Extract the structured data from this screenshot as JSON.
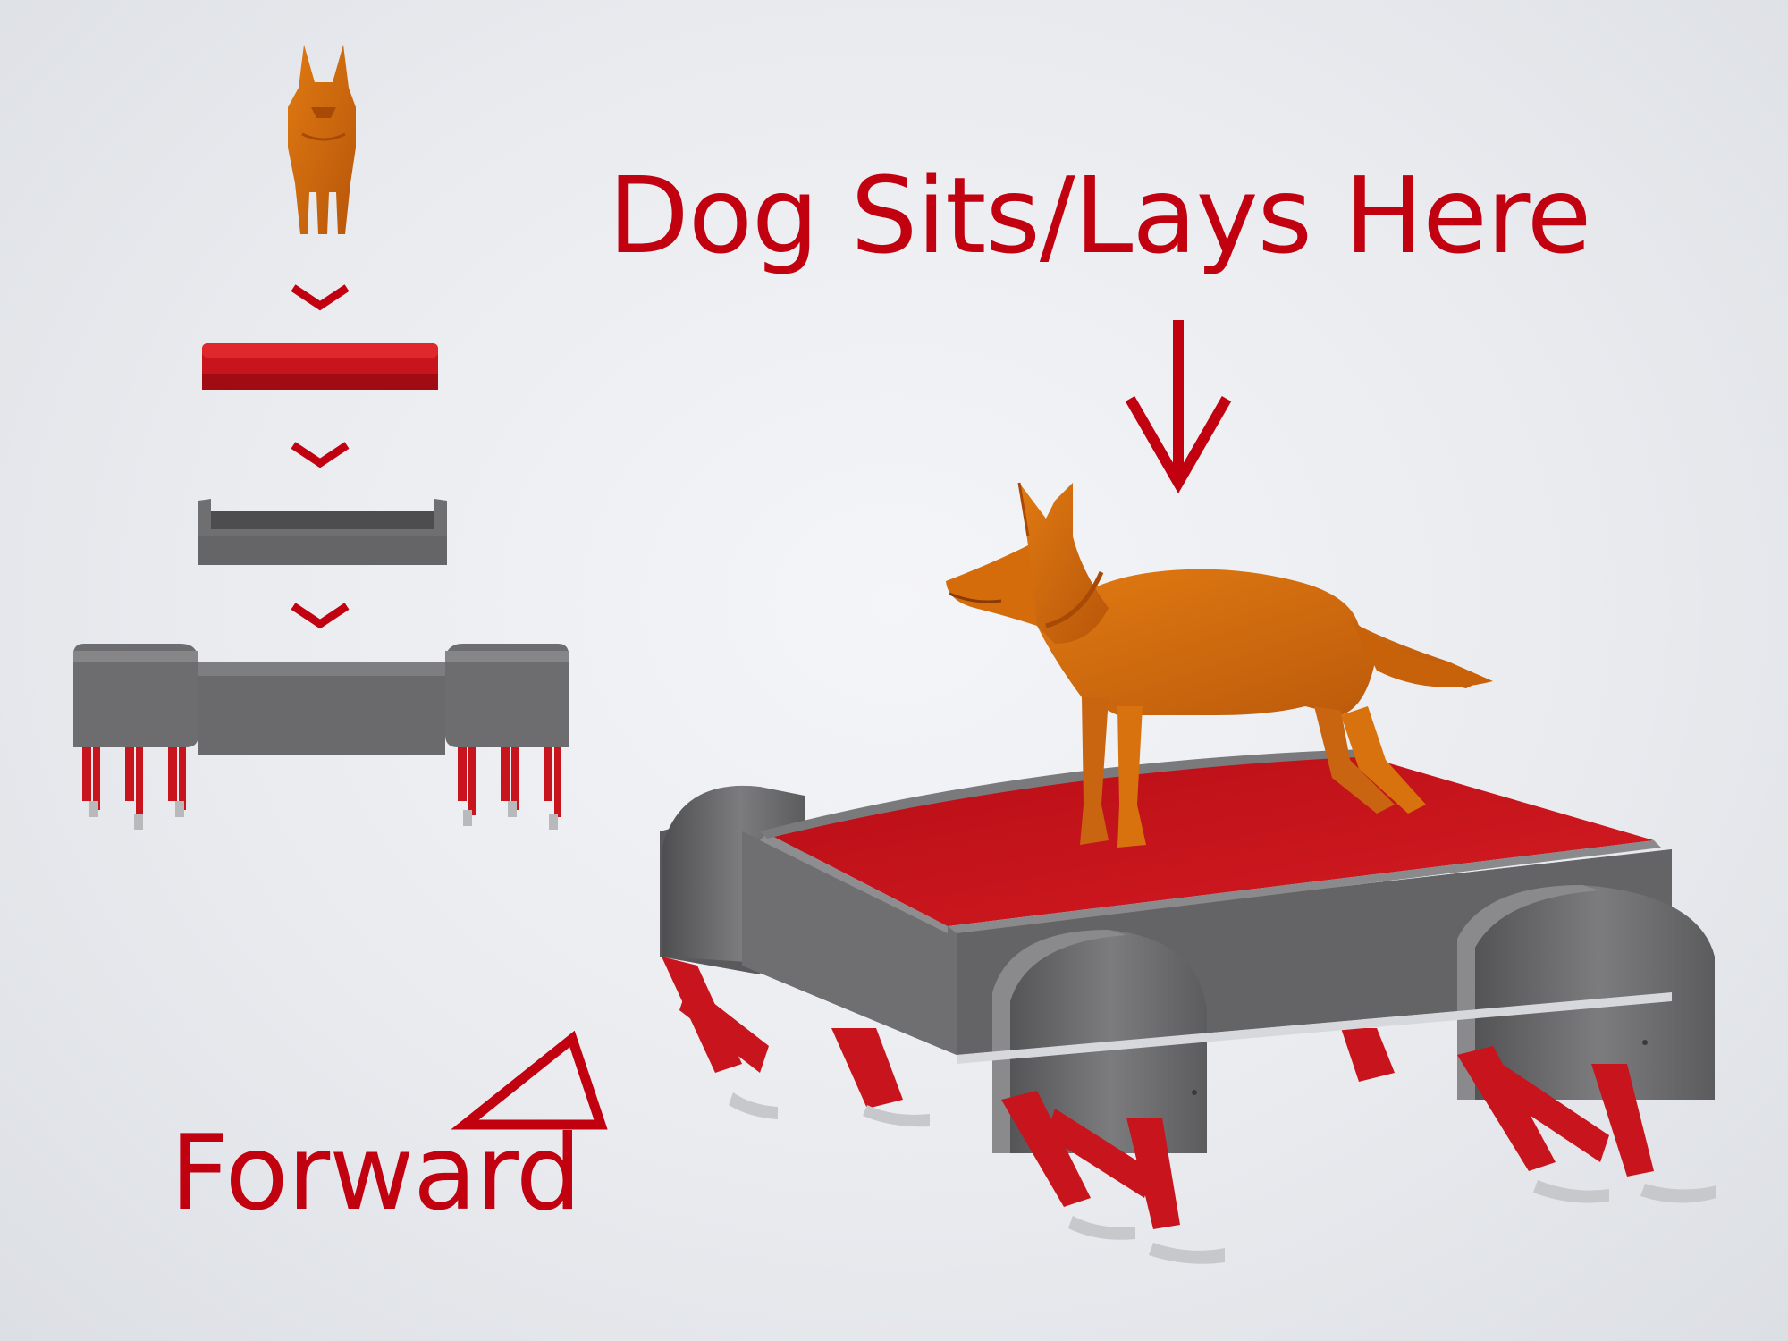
{
  "headline": "Dog Sits/Lays Here",
  "forward_label": "Forward",
  "colors": {
    "accent_red": "#c10010",
    "dog_orange": "#d86a08",
    "body_gray": "#6d6d6f",
    "cushion_red": "#c8141c",
    "background": "#eceef1"
  },
  "exploded_view_sequence": [
    "dog",
    "cushion",
    "tray",
    "robot-base"
  ],
  "icons": {
    "down_arrow": "down-arrow-icon",
    "chevron": "chevron-down-icon",
    "forward": "forward-triangle-icon"
  }
}
